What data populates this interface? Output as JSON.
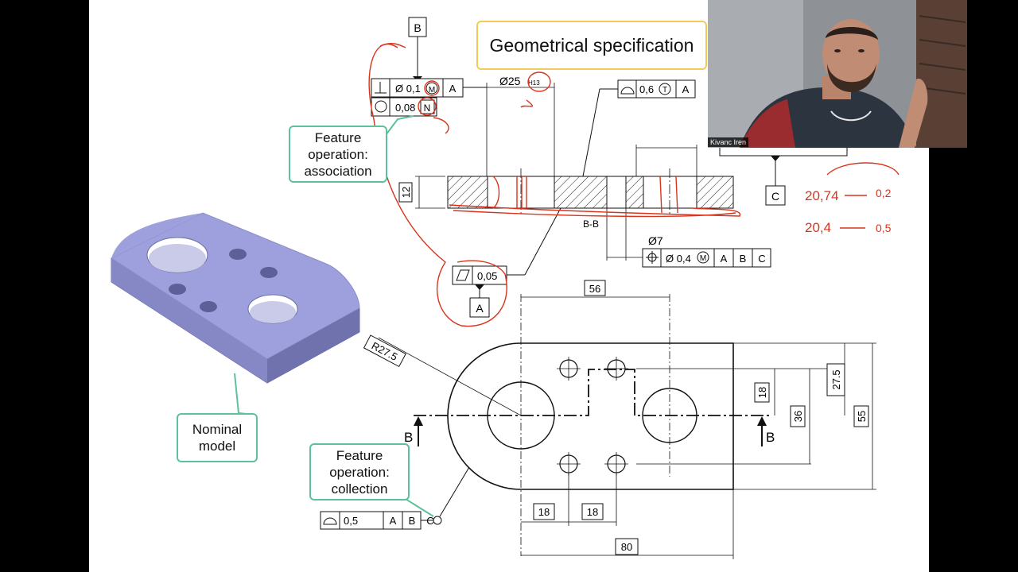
{
  "slide": {
    "title": "Geometrical\nspecification",
    "callouts": {
      "association": "Feature\noperation:\nassociation",
      "nominal": "Nominal\nmodel",
      "collection": "Feature\noperation:\ncollection"
    },
    "datums": {
      "b": "B",
      "c": "C",
      "a": "A"
    },
    "frames": {
      "perpendicularity": {
        "value": "Ø 0,1",
        "modifier": "M",
        "datum": "A"
      },
      "circularity": {
        "value": "0,08",
        "modifier": "N"
      },
      "hole_size": {
        "value": "Ø25",
        "fit": "H13"
      },
      "profile_top": {
        "value": "0,6",
        "modifier": "T",
        "datum": "A"
      },
      "flatness": {
        "value": "0,05"
      },
      "position": {
        "value": "Ø 0,4",
        "modifier": "M",
        "datums": [
          "A",
          "B",
          "C"
        ]
      },
      "profile_bottom": {
        "value": "0,5",
        "datums": [
          "A",
          "B",
          "C"
        ]
      }
    },
    "dimensions": {
      "thickness": "12",
      "small_hole": "Ø7",
      "radius": "R27.5",
      "width_top": "56",
      "d18_vertical": "18",
      "d36": "36",
      "d27_5": "27.5",
      "d55": "55",
      "d18_a": "18",
      "d18_b": "18",
      "d80": "80"
    },
    "section_label": "B-B",
    "section_arrows": {
      "left": "B",
      "right": "B"
    },
    "handwritten": {
      "line1_left": "20,74",
      "line1_right": "0,2",
      "line2_left": "20,4",
      "line2_right": "0,5"
    }
  },
  "video": {
    "participant_name": "Kivanc Iren"
  },
  "colors": {
    "ink": "#111111",
    "callout_border": "#5cc29a",
    "title_border": "#f2c95b",
    "annotation": "#d9341c",
    "model": "#9da0dc"
  }
}
